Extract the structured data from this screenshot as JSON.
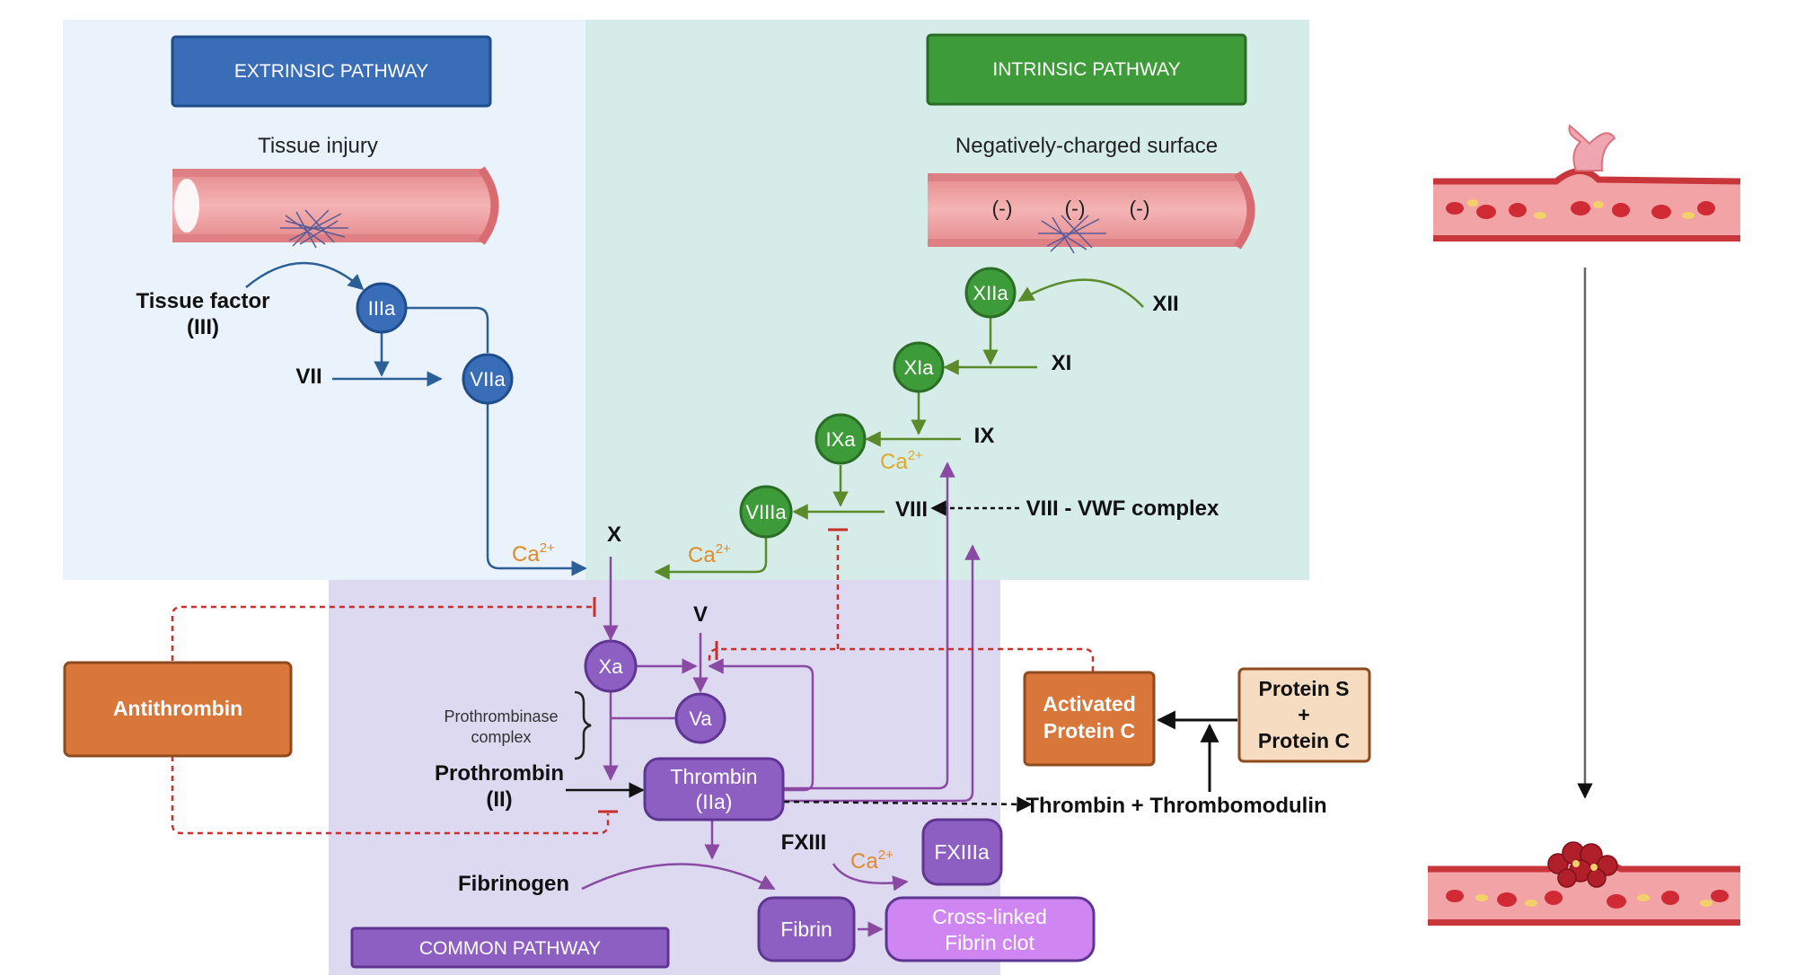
{
  "colors": {
    "extrinsic_bg": "#eaf2fb",
    "intrinsic_bg": "#d6ece8",
    "common_bg": "#dcd9f1",
    "blue": "#3a6db8",
    "blue_line": "#2b5f98",
    "green": "#3e9b39",
    "green_line": "#5a8a2a",
    "purple": "#8e5fc3",
    "purple_line": "#8a4aa3",
    "light_purple": "#d086f2",
    "orange": "#d9763a",
    "beige": "#f6dcc0",
    "red_dash": "#c9302c",
    "ca_orange": "#e08a2a"
  },
  "headers": {
    "extrinsic": "EXTRINSIC PATHWAY",
    "intrinsic": "INTRINSIC PATHWAY",
    "common": "COMMON PATHWAY"
  },
  "extrinsic": {
    "trigger": "Tissue injury",
    "tissue_factor": "Tissue factor",
    "tissue_factor_sub": "(III)",
    "IIIa": "IIIa",
    "VII": "VII",
    "VIIa": "VIIa",
    "ca": "Ca",
    "ca_sup": "2+"
  },
  "intrinsic": {
    "trigger": "Negatively-charged surface",
    "charges": [
      "(-)",
      "(-)",
      "(-)"
    ],
    "XIIa": "XIIa",
    "XII": "XII",
    "XIa": "XIa",
    "XI": "XI",
    "IXa": "IXa",
    "IX": "IX",
    "VIIIa": "VIIIa",
    "VIII": "VIII",
    "vwf": "VIII - VWF complex",
    "ca": "Ca",
    "ca_sup": "2+"
  },
  "common": {
    "X": "X",
    "Xa": "Xa",
    "V": "V",
    "Va": "Va",
    "prothrombinase_line1": "Prothrombinase",
    "prothrombinase_line2": "complex",
    "prothrombin": "Prothrombin",
    "prothrombin_sub": "(II)",
    "thrombin": "Thrombin",
    "thrombin_sub": "(IIa)",
    "fibrinogen": "Fibrinogen",
    "fibrin": "Fibrin",
    "FXIII": "FXIII",
    "FXIIIa": "FXIIIa",
    "crosslinked_line1": "Cross-linked",
    "crosslinked_line2": "Fibrin clot",
    "ca": "Ca",
    "ca_sup": "2+"
  },
  "regulators": {
    "antithrombin": "Antithrombin",
    "apc_line1": "Activated",
    "apc_line2": "Protein C",
    "proteins_line1": "Protein S",
    "proteins_line2": "+",
    "proteins_line3": "Protein C",
    "thrombomodulin": "Thrombin + Thrombomodulin"
  }
}
